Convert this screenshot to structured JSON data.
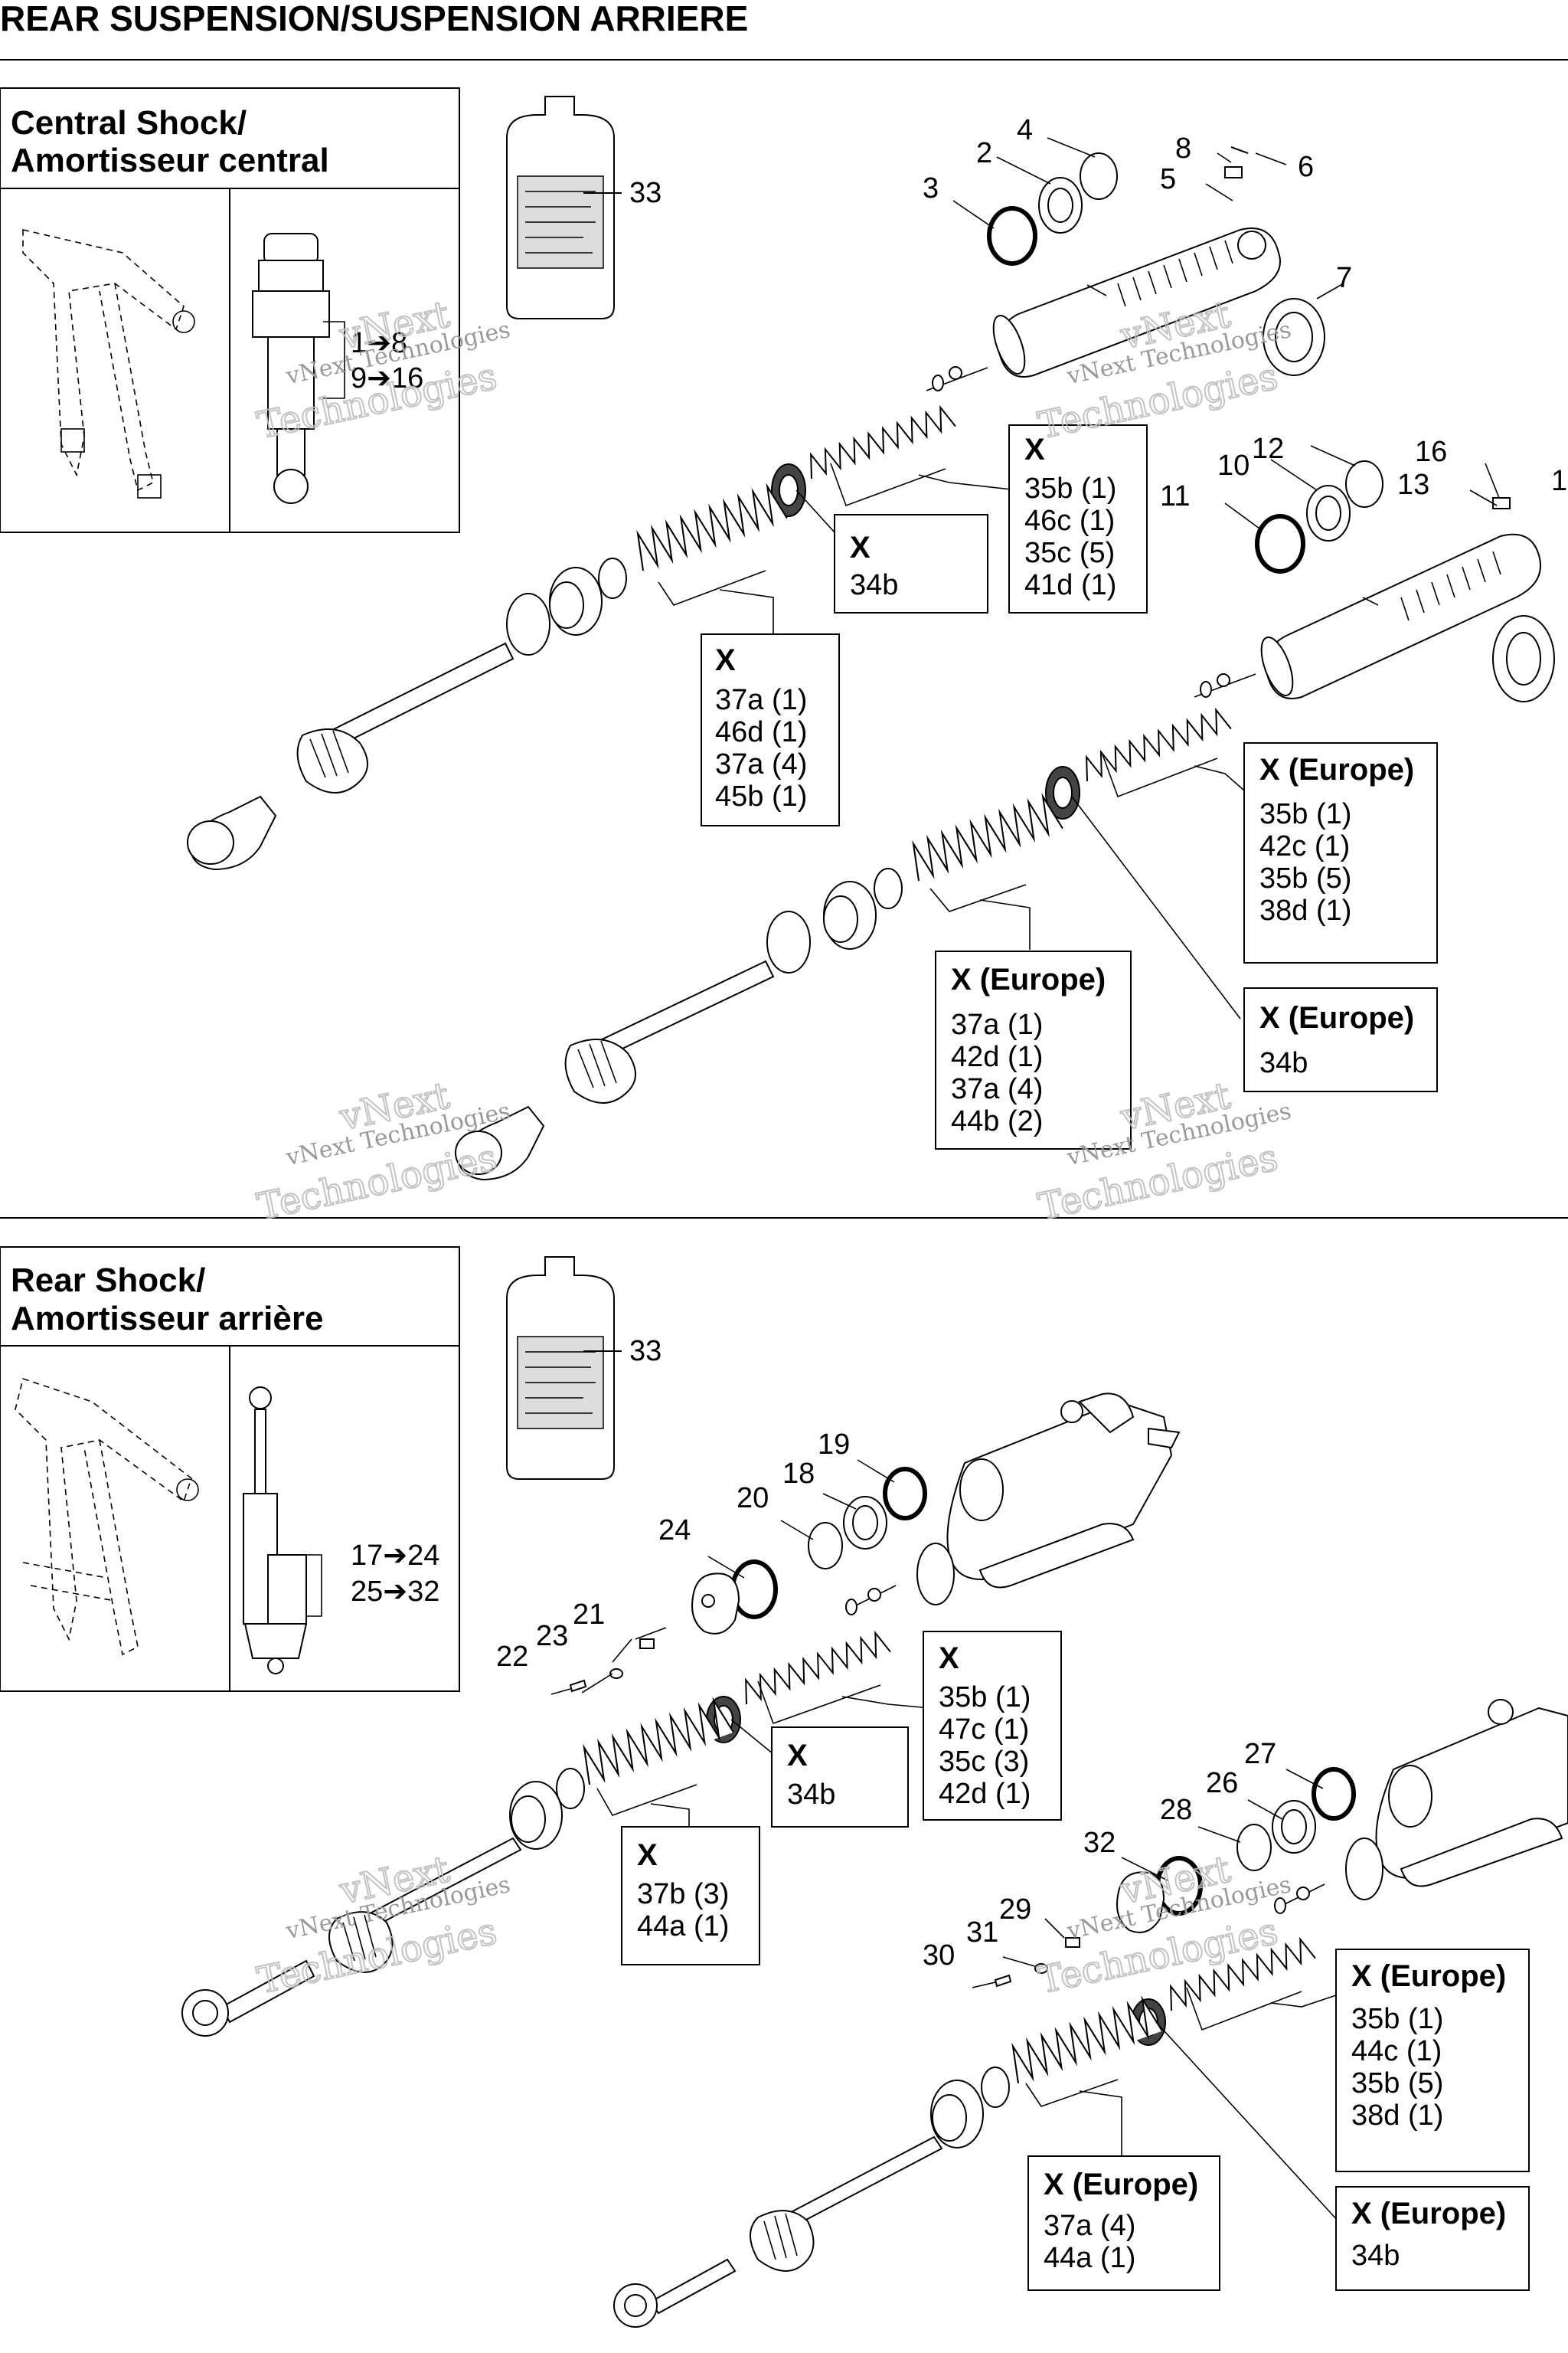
{
  "header": {
    "title": "REAR SUSPENSION/SUSPENSION ARRIERE"
  },
  "watermark": {
    "line1": "vNext",
    "line2": "Technologies",
    "small": "vNext Technologies"
  },
  "central_section": {
    "title_line1": "Central Shock/",
    "title_line2": "Amortisseur central",
    "range1": "1➔8",
    "range2": "9➔16",
    "callouts": {
      "c33": "33",
      "c3": "3",
      "c2": "2",
      "c4": "4",
      "c8": "8",
      "c5": "5",
      "c6": "6",
      "c7": "7",
      "c12": "12",
      "c10": "10",
      "c11": "11",
      "c16": "16",
      "c13": "13",
      "c1": "1"
    },
    "boxes": {
      "b1": {
        "head": "X",
        "lines": [
          "35b (1)",
          "46c (1)",
          "35c (5)",
          "41d (1)"
        ]
      },
      "b2": {
        "head": "X",
        "lines": [
          "34b"
        ]
      },
      "b3": {
        "head": "X",
        "lines": [
          "37a (1)",
          "46d (1)",
          "37a (4)",
          "45b (1)"
        ]
      },
      "b4": {
        "head": "X (Europe)",
        "lines": [
          "35b (1)",
          "42c (1)",
          "35b (5)",
          "38d (1)"
        ]
      },
      "b5": {
        "head": "X (Europe)",
        "lines": [
          "37a (1)",
          "42d (1)",
          "37a (4)",
          "44b (2)"
        ]
      },
      "b6": {
        "head": "X (Europe)",
        "lines": [
          "34b"
        ]
      }
    }
  },
  "rear_section": {
    "title_line1": "Rear Shock/",
    "title_line2": "Amortisseur arrière",
    "range1": "17➔24",
    "range2": "25➔32",
    "callouts": {
      "c33": "33",
      "c19": "19",
      "c18": "18",
      "c20": "20",
      "c24": "24",
      "c21": "21",
      "c23": "23",
      "c22": "22",
      "c27": "27",
      "c26": "26",
      "c28": "28",
      "c32": "32",
      "c29": "29",
      "c31": "31",
      "c30": "30"
    },
    "boxes": {
      "b1": {
        "head": "X",
        "lines": [
          "35b (1)",
          "47c (1)",
          "35c (3)",
          "42d (1)"
        ]
      },
      "b2": {
        "head": "X",
        "lines": [
          "34b"
        ]
      },
      "b3": {
        "head": "X",
        "lines": [
          "37b (3)",
          "44a (1)"
        ]
      },
      "b4": {
        "head": "X (Europe)",
        "lines": [
          "35b (1)",
          "44c (1)",
          "35b (5)",
          "38d (1)"
        ]
      },
      "b5": {
        "head": "X (Europe)",
        "lines": [
          "37a (4)",
          "44a (1)"
        ]
      },
      "b6": {
        "head": "X (Europe)",
        "lines": [
          "34b"
        ]
      }
    }
  }
}
